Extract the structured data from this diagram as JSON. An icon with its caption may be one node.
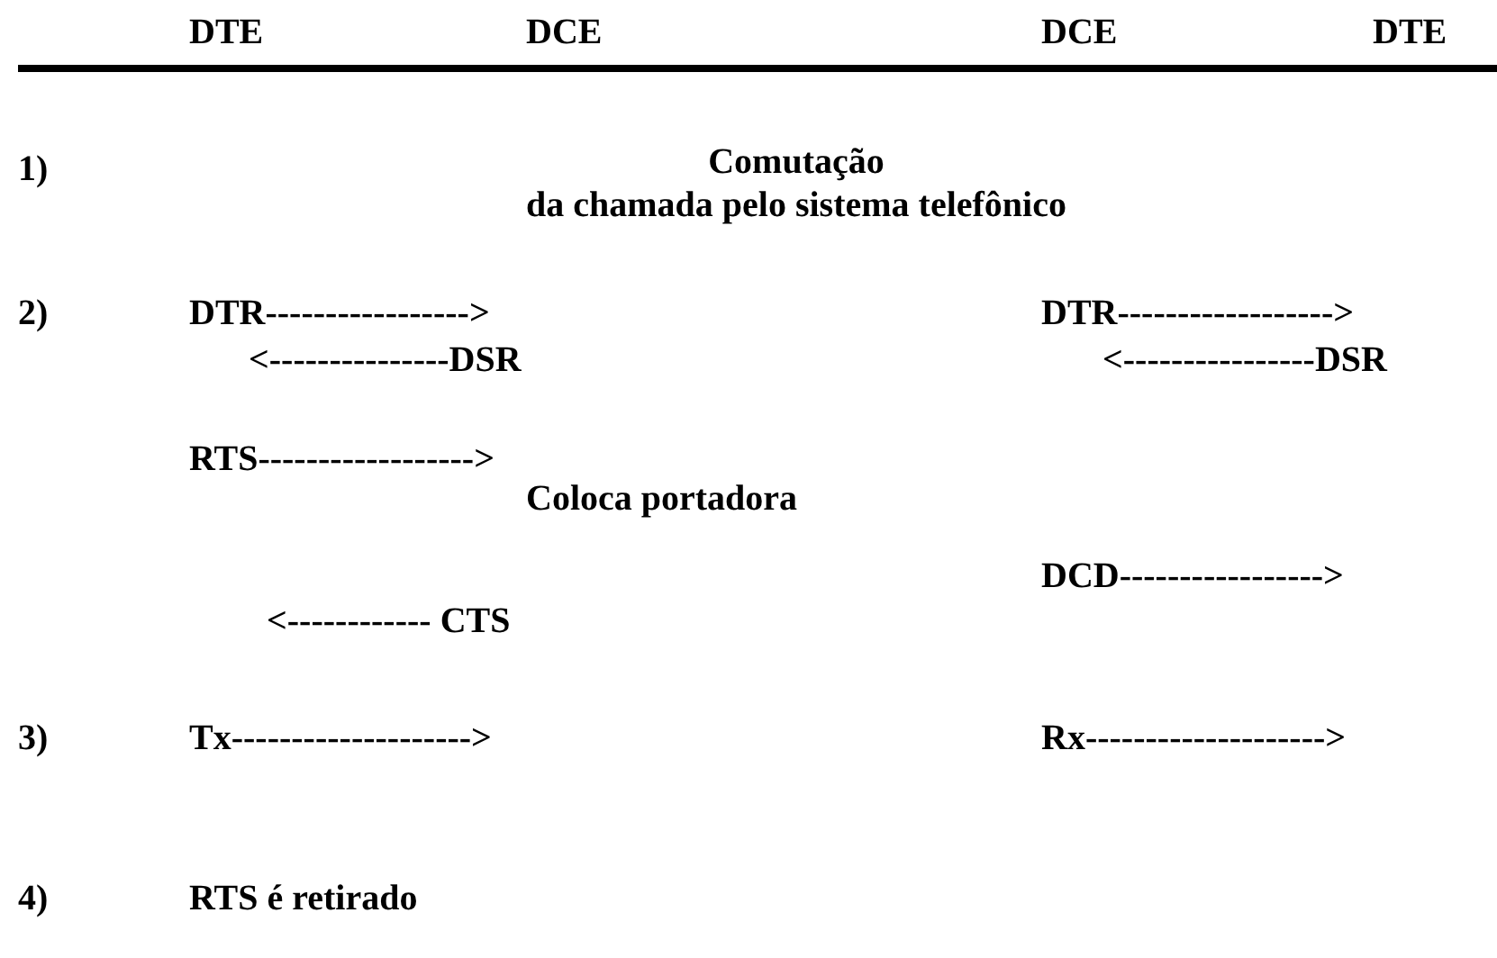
{
  "diagram": {
    "labels": [
      "DTE",
      "DCE",
      "DCE",
      "DTE",
      "1)",
      "Comutação da chamada pelo sistema telefônico",
      "2)",
      "DTR----------------->",
      "DTR------------------>",
      "<---------------DSR",
      "<----------------DSR",
      "RTS------------------>",
      "Coloca portadora",
      "DCD----------------->",
      "<------------ CTS",
      "3)",
      "Tx-------------------->",
      "Rx-------------------->",
      "4)",
      "RTS é retirado"
    ]
  }
}
